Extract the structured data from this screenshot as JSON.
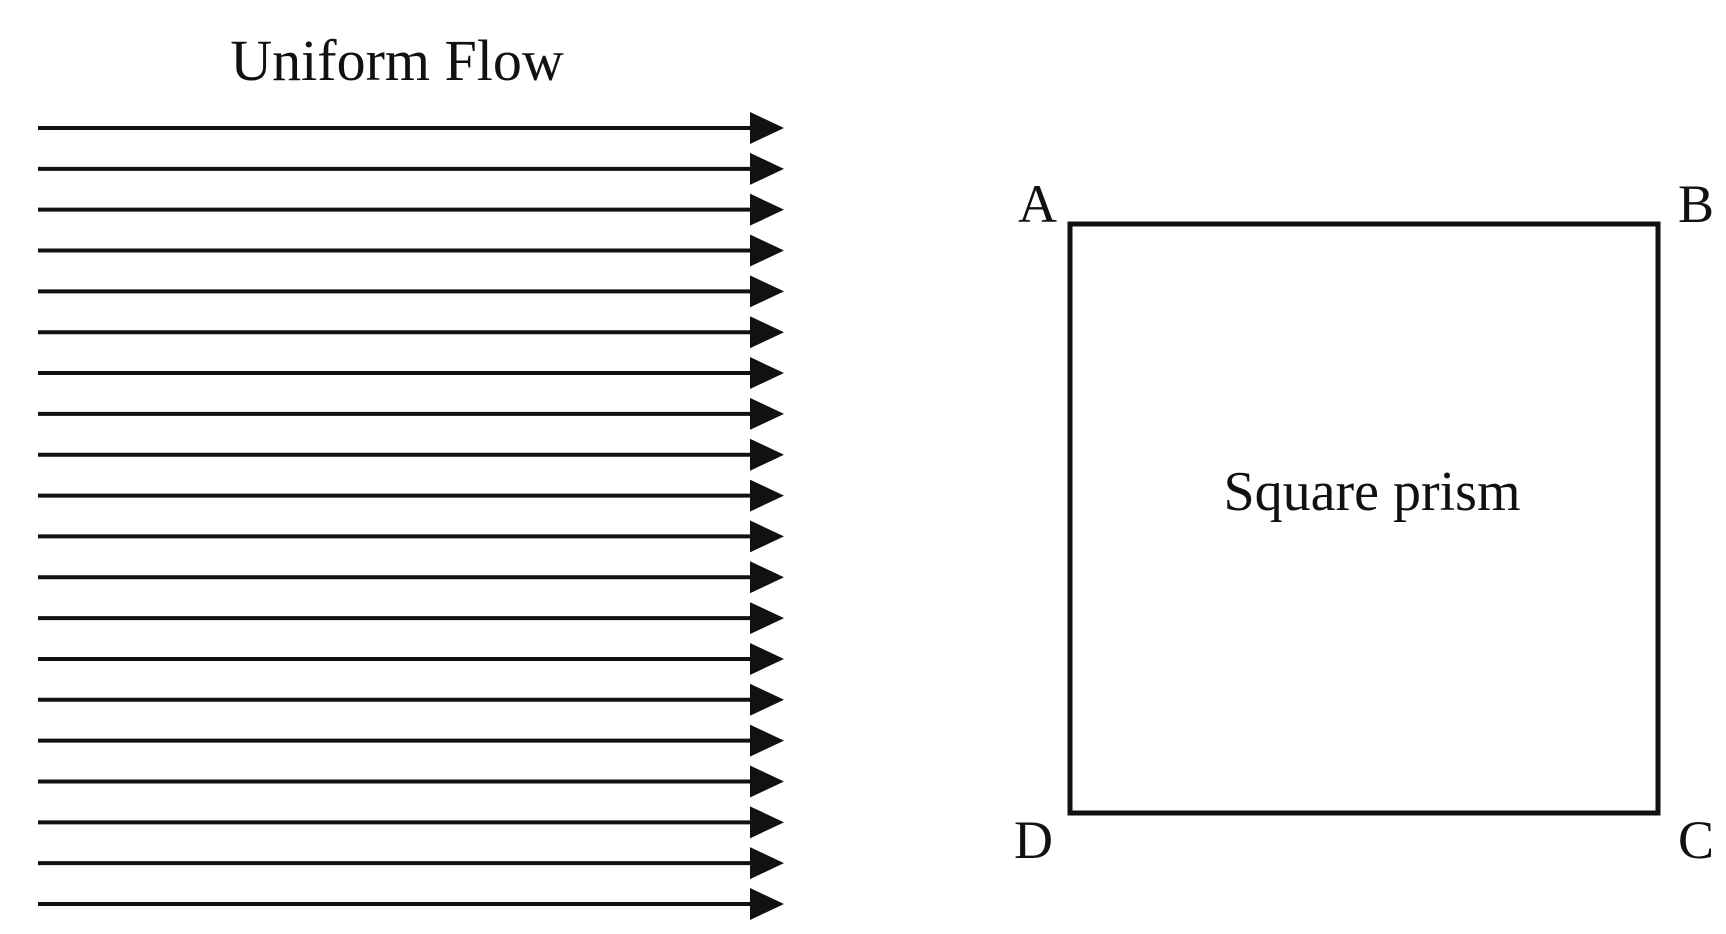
{
  "flow": {
    "title": "Uniform Flow",
    "arrow_count": 20,
    "direction": "left-to-right"
  },
  "prism": {
    "label": "Square prism",
    "corners": {
      "top_left": "A",
      "top_right": "B",
      "bottom_right": "C",
      "bottom_left": "D"
    }
  },
  "colors": {
    "stroke": "#111111",
    "background": "#ffffff"
  }
}
